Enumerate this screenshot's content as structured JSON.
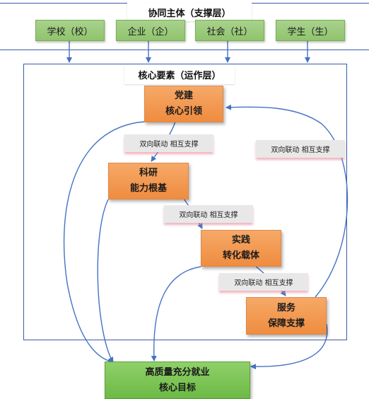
{
  "support_layer": {
    "title": "协同主体（支撑层）",
    "actors": [
      "学校（校）",
      "企业（企）",
      "社会（社）",
      "学生（生）"
    ]
  },
  "core_layer": {
    "title": "核心要素（运作层）",
    "elements": [
      {
        "line1": "党建",
        "line2": "核心引领"
      },
      {
        "line1": "科研",
        "line2": "能力根基"
      },
      {
        "line1": "实践",
        "line2": "转化载体"
      },
      {
        "line1": "服务",
        "line2": "保障支撑"
      }
    ],
    "link_labels": [
      "双向联动 相互支撑",
      "双向联动 相互支撑",
      "双向联动 相互支撑",
      "双向联动 相互支撑"
    ]
  },
  "goal": {
    "line1": "高质量充分就业",
    "line2": "核心目标"
  },
  "colors": {
    "frame": "#3b5ba8",
    "arrow": "#4472c4",
    "actor_fill": "#a9d18e",
    "element_fill": "#f4a460",
    "goal_fill": "#7cc455",
    "label_fill": "#e8e8e8"
  }
}
